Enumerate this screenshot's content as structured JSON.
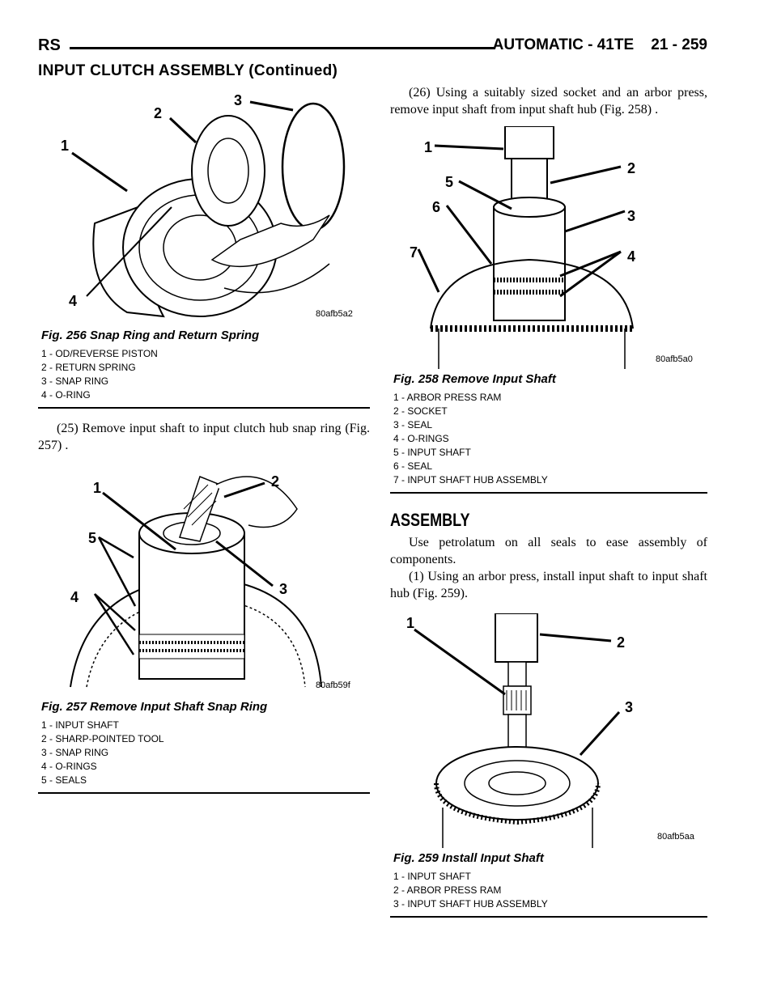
{
  "header": {
    "left": "RS",
    "right": "AUTOMATIC - 41TE    21 - 259"
  },
  "section_title": "INPUT CLUTCH ASSEMBLY (Continued)",
  "fig256": {
    "code": "80afb5a2",
    "caption": "Fig. 256 Snap Ring and Return Spring",
    "callouts": [
      "1",
      "2",
      "3",
      "4"
    ],
    "legend": [
      "1 - OD/REVERSE PISTON",
      "2 - RETURN SPRING",
      "3 - SNAP RING",
      "4 - O-RING"
    ]
  },
  "step25": "(25) Remove input shaft to input clutch hub snap ring (Fig. 257) .",
  "fig257": {
    "code": "80afb59f",
    "caption": "Fig. 257 Remove Input Shaft Snap Ring",
    "callouts": [
      "1",
      "2",
      "3",
      "4",
      "5"
    ],
    "legend": [
      "1 - INPUT SHAFT",
      "2 - SHARP-POINTED TOOL",
      "3 - SNAP RING",
      "4 - O-RINGS",
      "5 - SEALS"
    ]
  },
  "step26": "(26) Using a suitably sized socket and an arbor press, remove input shaft from input shaft hub (Fig. 258) .",
  "fig258": {
    "code": "80afb5a0",
    "caption": "Fig. 258 Remove Input Shaft",
    "callouts": [
      "1",
      "2",
      "3",
      "4",
      "5",
      "6",
      "7"
    ],
    "legend": [
      "1 - ARBOR PRESS RAM",
      "2 - SOCKET",
      "3 - SEAL",
      "4 - O-RINGS",
      "5 - INPUT SHAFT",
      "6 - SEAL",
      "7 - INPUT SHAFT HUB ASSEMBLY"
    ]
  },
  "assembly": {
    "heading": "ASSEMBLY",
    "intro": "Use petrolatum on all seals to ease assembly of components.",
    "step1": "(1) Using an arbor press, install input shaft to input shaft hub (Fig. 259)."
  },
  "fig259": {
    "code": "80afb5aa",
    "caption": "Fig. 259 Install Input Shaft",
    "callouts": [
      "1",
      "2",
      "3"
    ],
    "legend": [
      "1 - INPUT SHAFT",
      "2 - ARBOR PRESS RAM",
      "3 - INPUT SHAFT HUB ASSEMBLY"
    ]
  }
}
